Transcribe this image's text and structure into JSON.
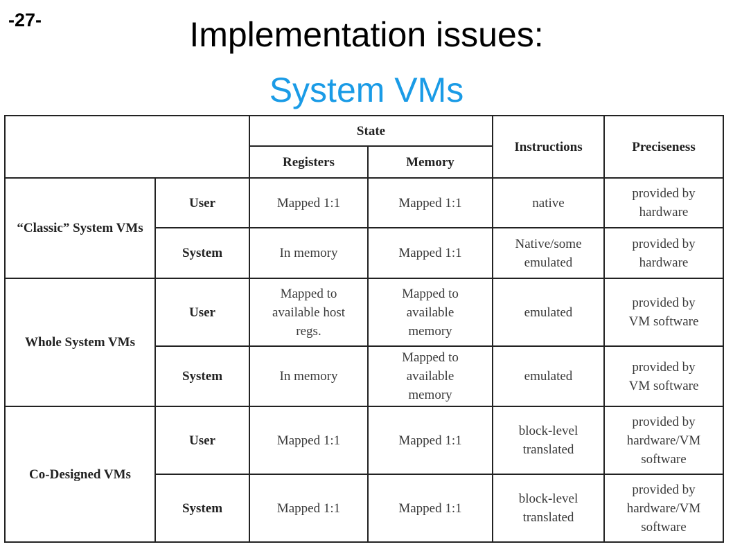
{
  "slide": {
    "page_number": "-27-",
    "title_line1": "Implementation issues:",
    "title_line2": "System VMs"
  },
  "colors": {
    "title_accent": "#1a9be6",
    "text": "#000000",
    "table_text": "#3a3a3a"
  },
  "table": {
    "headers": {
      "state": "State",
      "registers": "Registers",
      "memory": "Memory",
      "instructions": "Instructions",
      "preciseness": "Preciseness"
    },
    "groups": [
      {
        "name": "“Classic” System VMs",
        "rows": [
          {
            "mode": "User",
            "registers": "Mapped 1:1",
            "memory": "Mapped 1:1",
            "instructions": "native",
            "preciseness": "provided by\nhardware"
          },
          {
            "mode": "System",
            "registers": "In memory",
            "memory": "Mapped 1:1",
            "instructions": "Native/some\nemulated",
            "preciseness": "provided by\nhardware"
          }
        ]
      },
      {
        "name": "Whole System VMs",
        "rows": [
          {
            "mode": "User",
            "registers": "Mapped to\navailable host\nregs.",
            "memory": "Mapped to\navailable\nmemory",
            "instructions": "emulated",
            "preciseness": "provided by\nVM software"
          },
          {
            "mode": "System",
            "registers": "In memory",
            "memory": "Mapped to\navailable\nmemory",
            "instructions": "emulated",
            "preciseness": "provided by\nVM software"
          }
        ]
      },
      {
        "name": "Co-Designed VMs",
        "rows": [
          {
            "mode": "User",
            "registers": "Mapped 1:1",
            "memory": "Mapped 1:1",
            "instructions": "block-level\ntranslated",
            "preciseness": "provided by\nhardware/VM\nsoftware"
          },
          {
            "mode": "System",
            "registers": "Mapped 1:1",
            "memory": "Mapped 1:1",
            "instructions": "block-level\ntranslated",
            "preciseness": "provided by\nhardware/VM\nsoftware"
          }
        ]
      }
    ]
  }
}
